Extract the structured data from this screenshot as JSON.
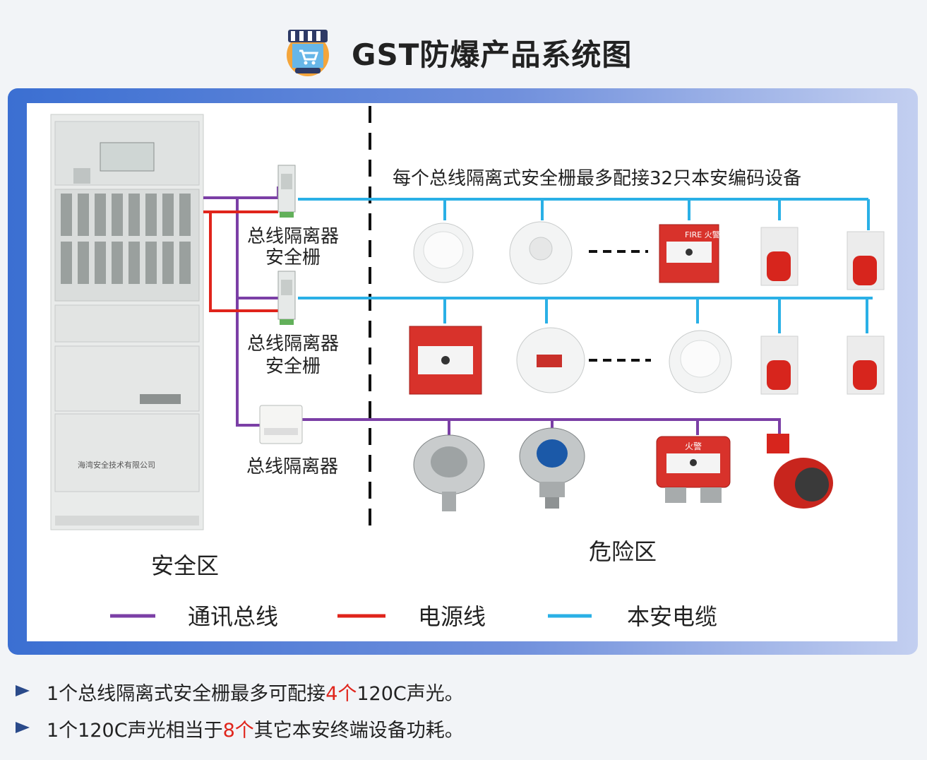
{
  "title": "GST防爆产品系统图",
  "diagram": {
    "top_note": "每个总线隔离式安全栅最多配接32只本安编码设备",
    "label_barrier_1_l1": "总线隔离器",
    "label_barrier_1_l2": "安全栅",
    "label_barrier_2_l1": "总线隔离器",
    "label_barrier_2_l2": "安全栅",
    "label_isolator": "总线隔离器",
    "zone_safe": "安全区",
    "zone_danger": "危险区",
    "cabinet_company": "海湾安全技术有限公司",
    "device_fire_label": "FIRE 火警",
    "device_alarm_label": "火警"
  },
  "legend": [
    {
      "label": "通讯总线",
      "color": "#7b3fa6"
    },
    {
      "label": "电源线",
      "color": "#e0241b"
    },
    {
      "label": "本安电缆",
      "color": "#2ab0e6"
    }
  ],
  "notes": {
    "n1_a": "1个总线隔离式安全栅最多可配接",
    "n1_b": "4个",
    "n1_c": "120C声光。",
    "n2_a": "1个120C声光相当于",
    "n2_b": "8个",
    "n2_c": "其它本安终端设备功耗。"
  }
}
